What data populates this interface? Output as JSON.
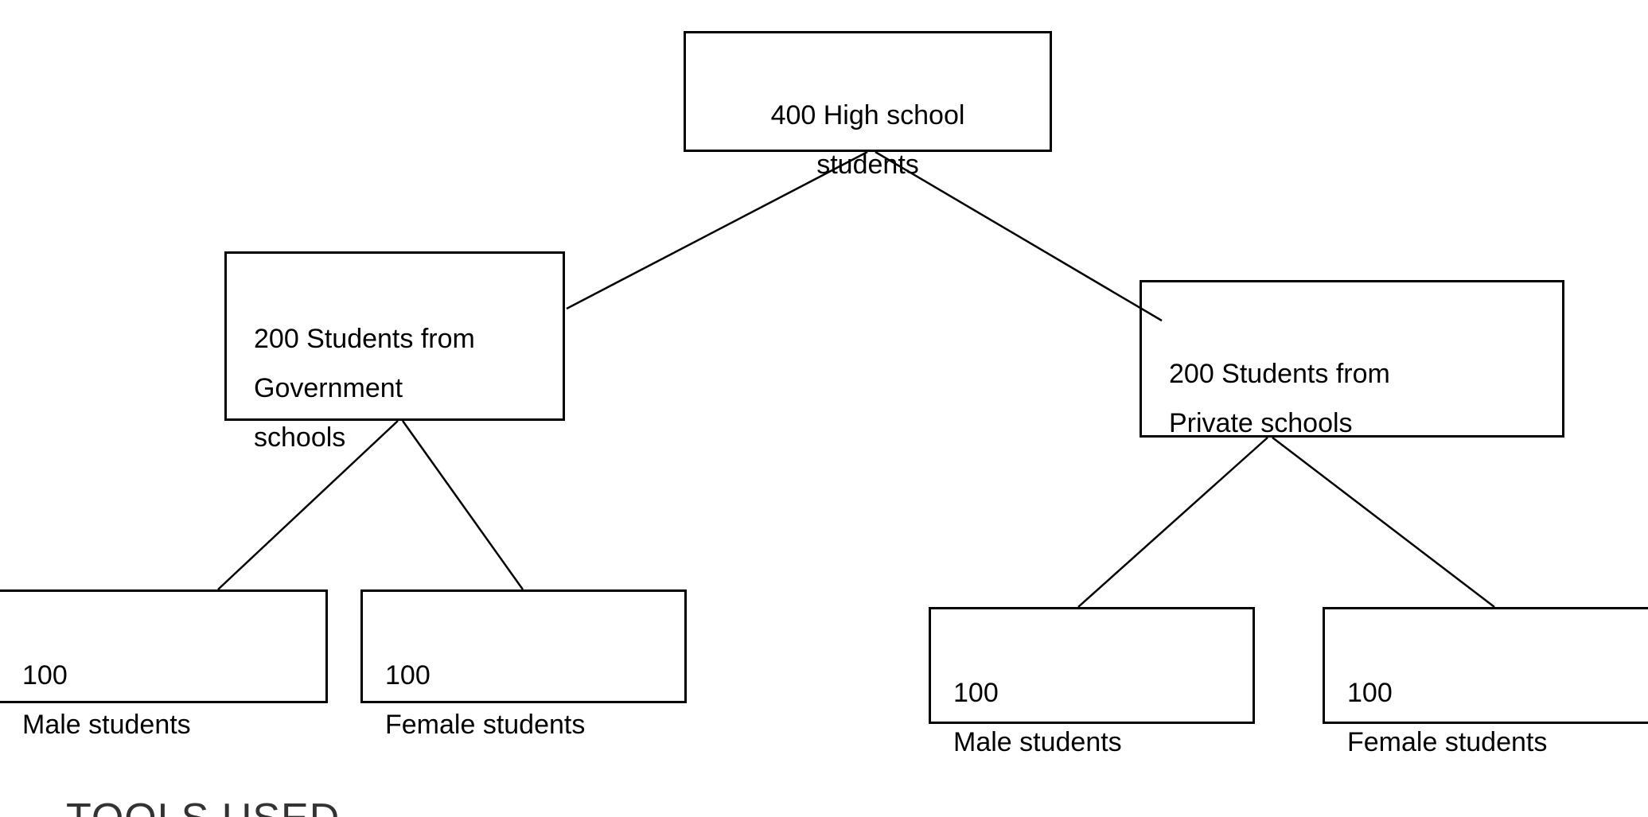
{
  "heading": {
    "text": "TOOLS USED"
  },
  "diagram": {
    "type": "tree",
    "nodes": {
      "root": {
        "label": "400 High school\nstudents"
      },
      "government": {
        "label": "200 Students from\nGovernment\nschools"
      },
      "private": {
        "label": "200 Students from\nPrivate schools"
      },
      "government_male": {
        "label": "100\nMale students"
      },
      "government_female": {
        "label": "100\nFemale students"
      },
      "private_male": {
        "label": "100\nMale students"
      },
      "private_female": {
        "label": "100\nFemale students"
      }
    },
    "edges": [
      [
        "root",
        "government"
      ],
      [
        "root",
        "private"
      ],
      [
        "government",
        "government_male"
      ],
      [
        "government",
        "government_female"
      ],
      [
        "private",
        "private_male"
      ],
      [
        "private",
        "private_female"
      ]
    ],
    "colors": {
      "background": "#ffffff",
      "box_border": "#000000",
      "line": "#000000",
      "text": "#000000",
      "heading_text": "#333333"
    }
  }
}
